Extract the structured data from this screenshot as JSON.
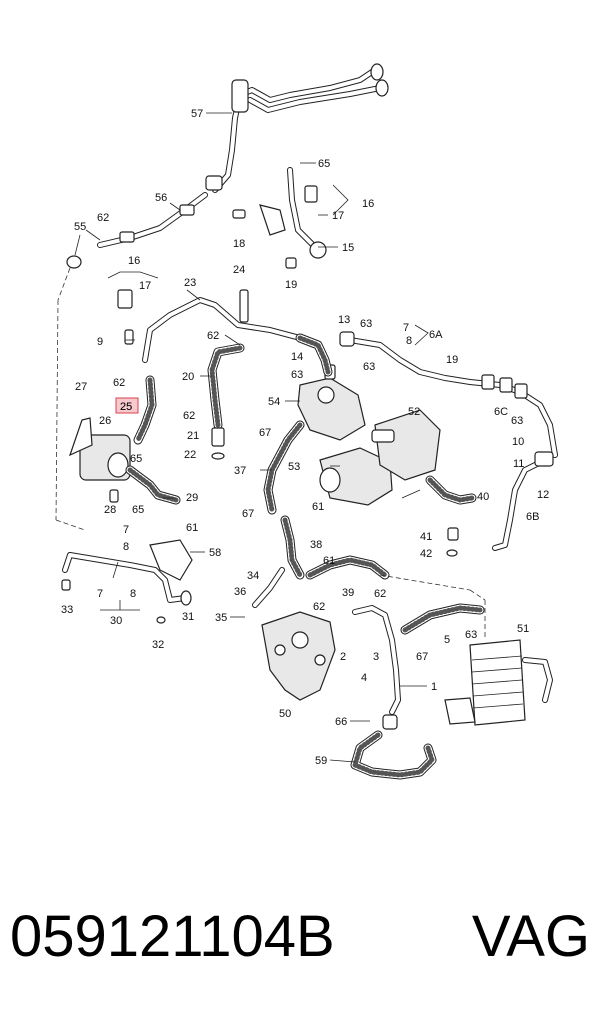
{
  "diagram": {
    "labels": [
      "57",
      "65",
      "56",
      "16",
      "62",
      "55",
      "17",
      "18",
      "15",
      "19",
      "24",
      "23",
      "16",
      "17",
      "9",
      "62",
      "13",
      "63",
      "7",
      "6A",
      "8",
      "14",
      "63",
      "63",
      "19",
      "62",
      "20",
      "27",
      "54",
      "26",
      "25",
      "62",
      "52",
      "6C",
      "63",
      "21",
      "22",
      "67",
      "37",
      "53",
      "10",
      "65",
      "11",
      "40",
      "12",
      "28",
      "29",
      "65",
      "67",
      "61",
      "6B",
      "7",
      "8",
      "58",
      "61",
      "41",
      "42",
      "38",
      "34",
      "36",
      "61",
      "39",
      "33",
      "7",
      "8",
      "30",
      "31",
      "62",
      "35",
      "62",
      "32",
      "2",
      "3",
      "5",
      "67",
      "63",
      "51",
      "4",
      "1",
      "50",
      "66",
      "59"
    ],
    "highlight_label": "25"
  },
  "footer": {
    "part_number": "059121104B",
    "brand": "VAG"
  }
}
